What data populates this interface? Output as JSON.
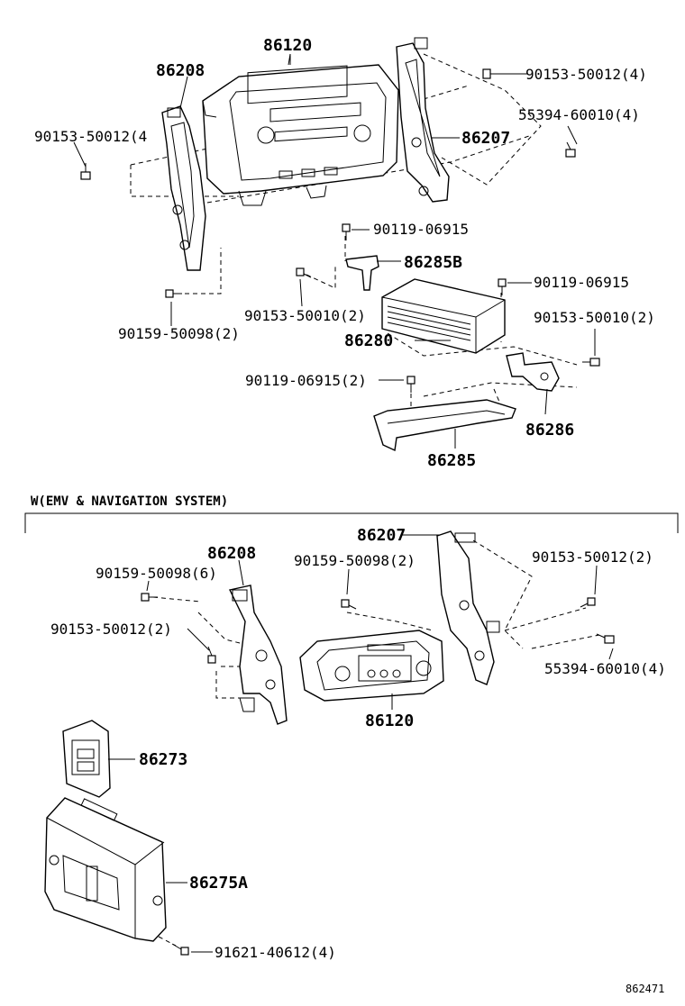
{
  "section_heading": "W(EMV & NAVIGATION SYSTEM)",
  "figure_code": "862471",
  "labels": {
    "p86120_top": "86120",
    "p86208_top": "86208",
    "b90153_50012_4_right": "90153-50012(4)",
    "b55394_60010_4_top": "55394-60010(4)",
    "b90153_50012_4_left": "90153-50012(4",
    "p86207_top": "86207",
    "b90119_06915_a": "90119-06915",
    "p86285B": "86285B",
    "b90119_06915_b": "90119-06915",
    "b90153_50010_2_left": "90153-50010(2)",
    "b90153_50010_2_right": "90153-50010(2)",
    "b90159_50098_2_top": "90159-50098(2)",
    "p86280": "86280",
    "b90119_06915_2": "90119-06915(2)",
    "p86286": "86286",
    "p86285": "86285",
    "p86207_bot": "86207",
    "p86208_bot": "86208",
    "b90159_50098_6": "90159-50098(6)",
    "b90159_50098_2_bot": "90159-50098(2)",
    "b90153_50012_2_right": "90153-50012(2)",
    "b90153_50012_2_left": "90153-50012(2)",
    "b55394_60010_4_bot": "55394-60010(4)",
    "p86120_bot": "86120",
    "p86273": "86273",
    "p86275A": "86275A",
    "b91621_40612_4": "91621-40612(4)"
  }
}
